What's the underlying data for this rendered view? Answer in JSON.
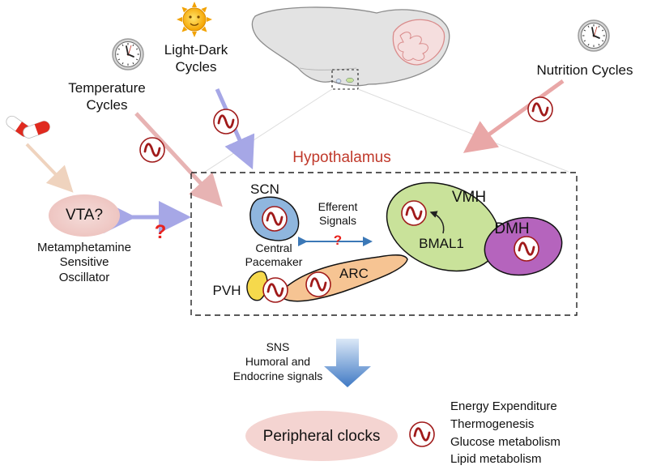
{
  "labels": {
    "light_dark_cycles": "Light-Dark\nCycles",
    "temperature_cycles": "Temperature\nCycles",
    "nutrition_cycles": "Nutrition Cycles",
    "hypothalamus": "Hypothalamus",
    "vta": "VTA?",
    "vta_question": "?",
    "meth_oscillator": "Metamphetamine\nSensitive\nOscillator",
    "scn": "SCN",
    "central_pacemaker": "Central\nPacemaker",
    "efferent_signals": "Efferent\nSignals",
    "efferent_question": "?",
    "vmh": "VMH",
    "bmal1": "BMAL1",
    "dmh": "DMH",
    "arc": "ARC",
    "pvh": "PVH",
    "output_signals": "SNS\nHumoral and\nEndocrine signals",
    "peripheral_clocks": "Peripheral clocks",
    "outputs": "Energy Expenditure\nThermogenesis\nGlucose metabolism\nLipid metabolism"
  },
  "colors": {
    "hypothalamus_title": "#c0392b",
    "question_mark": "#e8231e",
    "oscillator_symbol": "#a01a1a",
    "scn_fill": "#8fb6de",
    "vmh_fill": "#c9e29a",
    "dmh_fill": "#b564bd",
    "arc_fill": "#f6c493",
    "pvh_fill": "#f6d94c",
    "vta_fill": "#f1d2cf",
    "peripheral_fill": "#f4d4d1",
    "brain_fill": "#e3e3e3"
  },
  "icons": [
    "sun-icon",
    "clock-icon",
    "pill-icon",
    "oscillator-icon",
    "arrow-icon"
  ]
}
